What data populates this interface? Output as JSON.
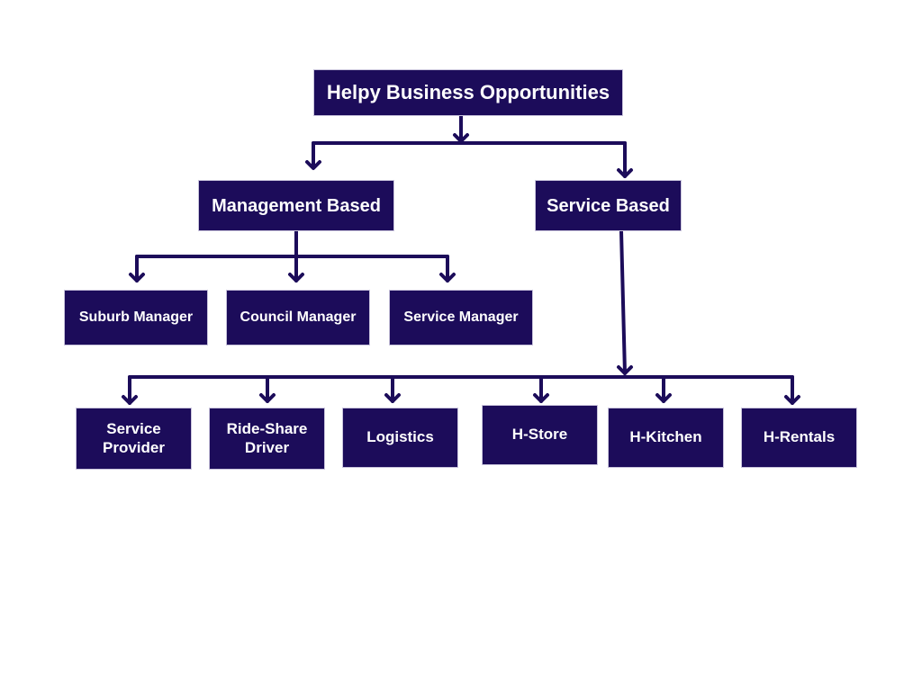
{
  "root": {
    "label": "Helpy Business Opportunities"
  },
  "categories": {
    "management": {
      "label": "Management Based"
    },
    "service": {
      "label": "Service Based"
    }
  },
  "management_roles": [
    {
      "label": "Suburb Manager"
    },
    {
      "label": "Council Manager"
    },
    {
      "label": "Service Manager"
    }
  ],
  "service_roles": [
    {
      "line1": "Service",
      "line2": "Provider"
    },
    {
      "line1": "Ride-Share",
      "line2": "Driver"
    },
    {
      "line1": "Logistics"
    },
    {
      "line1": "H-Store"
    },
    {
      "line1": "H-Kitchen"
    },
    {
      "line1": "H-Rentals"
    }
  ],
  "colors": {
    "box": "#1c0c5a",
    "text": "#ffffff",
    "connector": "#1c0c5a",
    "background": "#ffffff"
  }
}
